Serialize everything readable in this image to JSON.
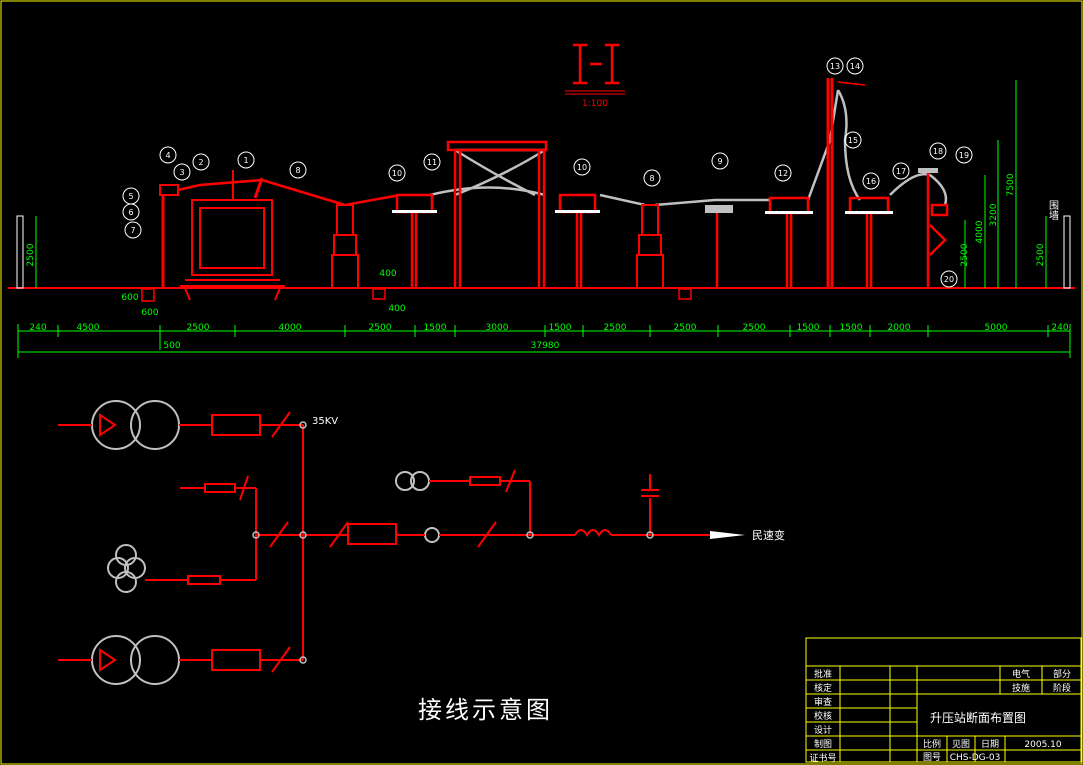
{
  "section": {
    "label": "I-I",
    "scale": "1:100"
  },
  "callouts": [
    "1",
    "2",
    "3",
    "4",
    "5",
    "6",
    "7",
    "8",
    "8",
    "9",
    "10",
    "10",
    "11",
    "12",
    "13",
    "14",
    "15",
    "16",
    "17",
    "18",
    "19",
    "20"
  ],
  "dimensions": {
    "bottom_row": [
      "240",
      "4500",
      "2500",
      "4000",
      "2500",
      "1500",
      "3000",
      "1500",
      "2500",
      "2500",
      "2500",
      "1500",
      "1500",
      "2000",
      "5000",
      "240"
    ],
    "total": "37980",
    "offset": "500",
    "small": [
      "600",
      "600",
      "400",
      "400"
    ],
    "left_height": "2500",
    "right_heights": [
      "2500",
      "4000",
      "3200",
      "7500",
      "2500"
    ]
  },
  "labels": {
    "fence": "围墙",
    "bus_voltage": "35KV",
    "outgoing": "民速变",
    "schematic_title": "接线示意图"
  },
  "title_block": {
    "rows": [
      "批准",
      "核定",
      "审查",
      "校核",
      "设计",
      "制图",
      "证书号"
    ],
    "discipline_label": "电气",
    "discipline_tag": "部分",
    "stage_label": "技施",
    "stage_tag": "阶段",
    "drawing_title": "升压站断面布置图",
    "scale_label": "比例",
    "scale_value": "见图",
    "date_label": "日期",
    "date_value": "2005.10",
    "number_label": "图号",
    "number_value": "CHS-DG-03"
  },
  "colors": {
    "background": "#000000",
    "frame": "#ffff00",
    "equipment": "#ff0000",
    "conductor": "#c0c0c0",
    "dimension": "#00ff00",
    "text": "#ffffff"
  }
}
